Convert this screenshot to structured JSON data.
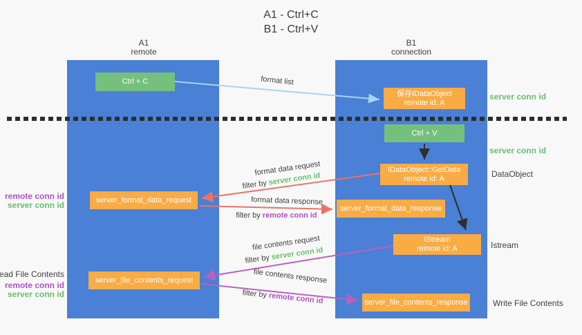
{
  "title": {
    "line1": "A1 - Ctrl+C",
    "line2": "B1 - Ctrl+V"
  },
  "columns": {
    "a1": {
      "title": "A1",
      "subtitle": "remote"
    },
    "b1": {
      "title": "B1",
      "subtitle": "connection"
    }
  },
  "nodes": {
    "ctrl_c": {
      "label": "Ctrl + C"
    },
    "ctrl_v": {
      "label": "Ctrl + V"
    },
    "save_idataobject": {
      "line1": "保存IDataObject",
      "line2": "remote id: A"
    },
    "getdata": {
      "line1": "IDataObject::GetData",
      "line2": "remote id: A"
    },
    "istream": {
      "line1": "IStream",
      "line2": "remote id: A"
    },
    "format_request": {
      "label": "server_format_data_request"
    },
    "format_response": {
      "label": "server_format_data_response"
    },
    "file_request": {
      "label": "server_file_contents_request"
    },
    "file_response": {
      "label": "server_file_contents_response"
    }
  },
  "annotations": {
    "server_conn_id": "server conn id",
    "remote_conn_id": "remote conn id",
    "dataobject": "DataObject",
    "istream": "Istream",
    "read_file_contents": "Read File Contents",
    "write_file_contents": "Write File Contents"
  },
  "arrow_labels": {
    "format_list": "format list",
    "format_data_request": "format data request",
    "format_data_response": "format data response",
    "file_contents_request": "file contents request",
    "file_contents_response": "file contents response",
    "filter_by": "filter by"
  },
  "colors": {
    "background": "#f8f8f8",
    "column_blue": "#4a80d5",
    "box_orange": "#f9ab44",
    "button_green": "#75c07d",
    "green_text": "#69bf6e",
    "purple_text": "#b050c8",
    "red_arrow": "#e97466",
    "magenta_arrow": "#bd5fc0",
    "light_blue_arrow": "#a9d4f0",
    "black_arrow": "#2e2e2e"
  }
}
